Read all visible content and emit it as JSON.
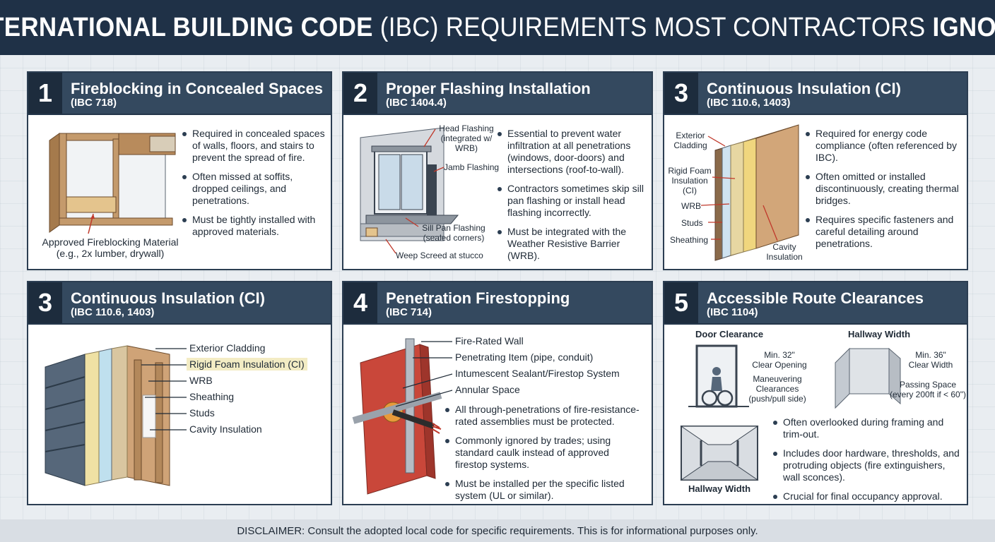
{
  "header": {
    "title_part1": "INTERNATIONAL BUILDING CODE",
    "title_part2": "(IBC) REQUIREMENTS MOST CONTRACTORS",
    "title_part3": "IGNORE"
  },
  "panels": [
    {
      "number": "1",
      "title": "Fireblocking in Concealed Spaces",
      "code": "(IBC 718)",
      "labels": {
        "material_line1": "Approved Fireblocking Material",
        "material_line2": "(e.g., 2x lumber, drywall)"
      },
      "bullets": [
        "Required in concealed spaces of walls, floors, and stairs to prevent the spread of fire.",
        "Often missed at soffits, dropped ceilings, and penetrations.",
        "Must be tightly installed with approved materials."
      ]
    },
    {
      "number": "2",
      "title": "Proper Flashing Installation",
      "code": "(IBC 1404.4)",
      "labels": {
        "head_line1": "Head Flashing",
        "head_line2": "(integrated w/",
        "head_line3": "WRB)",
        "jamb": "Jamb Flashing",
        "sill_line1": "Sill Pan Flashing",
        "sill_line2": "(sealed corners)",
        "weep": "Weep Screed at stucco"
      },
      "bullets": [
        "Essential to prevent water infiltration at all penetrations (windows, door-doors) and intersections (roof-to-wall).",
        "Contractors sometimes skip sill pan flashing or install head flashing incorrectly.",
        "Must be integrated with the Weather Resistive Barrier (WRB)."
      ]
    },
    {
      "number": "3",
      "title": "Continuous Insulation (CI)",
      "code": "(IBC 110.6, 1403)",
      "labels": {
        "cladding_line1": "Exterior",
        "cladding_line2": "Cladding",
        "foam_line1": "Rigid Foam",
        "foam_line2": "Insulation",
        "foam_line3": "(CI)",
        "wrb": "WRB",
        "studs": "Studs",
        "sheathing": "Sheathing",
        "cavity_line1": "Cavity",
        "cavity_line2": "Insulation"
      },
      "bullets": [
        "Required for energy code compliance (often referenced by IBC).",
        "Often omitted or installed discontinuously, creating thermal bridges.",
        "Requires specific fasteners and careful detailing around penetrations."
      ]
    },
    {
      "number": "3",
      "title": "Continuous Insulation (CI)",
      "code": "(IBC 110.6, 1403)",
      "labels": [
        "Exterior Cladding",
        "Rigid Foam Insulation (CI)",
        "WRB",
        "Sheathing",
        "Studs",
        "Cavity Insulation"
      ]
    },
    {
      "number": "4",
      "title": "Penetration Firestopping",
      "code": "(IBC 714)",
      "labels": [
        "Fire-Rated Wall",
        "Penetrating Item (pipe, conduit)",
        "Intumescent Sealant/Firestop System",
        "Annular Space"
      ],
      "bullets": [
        "All through-penetrations of fire-resistance-rated assemblies must be protected.",
        "Commonly ignored by trades; using standard caulk instead of approved firestop systems.",
        "Must be installed per the specific listed system (UL or similar)."
      ]
    },
    {
      "number": "5",
      "title": "Accessible Route Clearances",
      "code": "(IBC 1104)",
      "labels": {
        "door_heading": "Door Clearance",
        "hall_heading": "Hallway Width",
        "min32_line1": "Min. 32\"",
        "min32_line2": "Clear Opening",
        "maneuver_line1": "Maneuvering",
        "maneuver_line2": "Clearances",
        "maneuver_line3": "(push/pull side)",
        "min36_line1": "Min. 36\"",
        "min36_line2": "Clear Width",
        "passing_line1": "Passing Space",
        "passing_line2": "(every 200ft if < 60\")",
        "hall_caption": "Hallway Width"
      },
      "bullets": [
        "Often overlooked during framing and trim-out.",
        "Includes door hardware, thresholds, and protruding objects (fire extinguishers, wall sconces).",
        "Crucial for final occupancy approval."
      ]
    }
  ],
  "footer": {
    "disclaimer": "DISCLAIMER: Consult the adopted local code for specific requirements. This is for informational purposes only."
  }
}
